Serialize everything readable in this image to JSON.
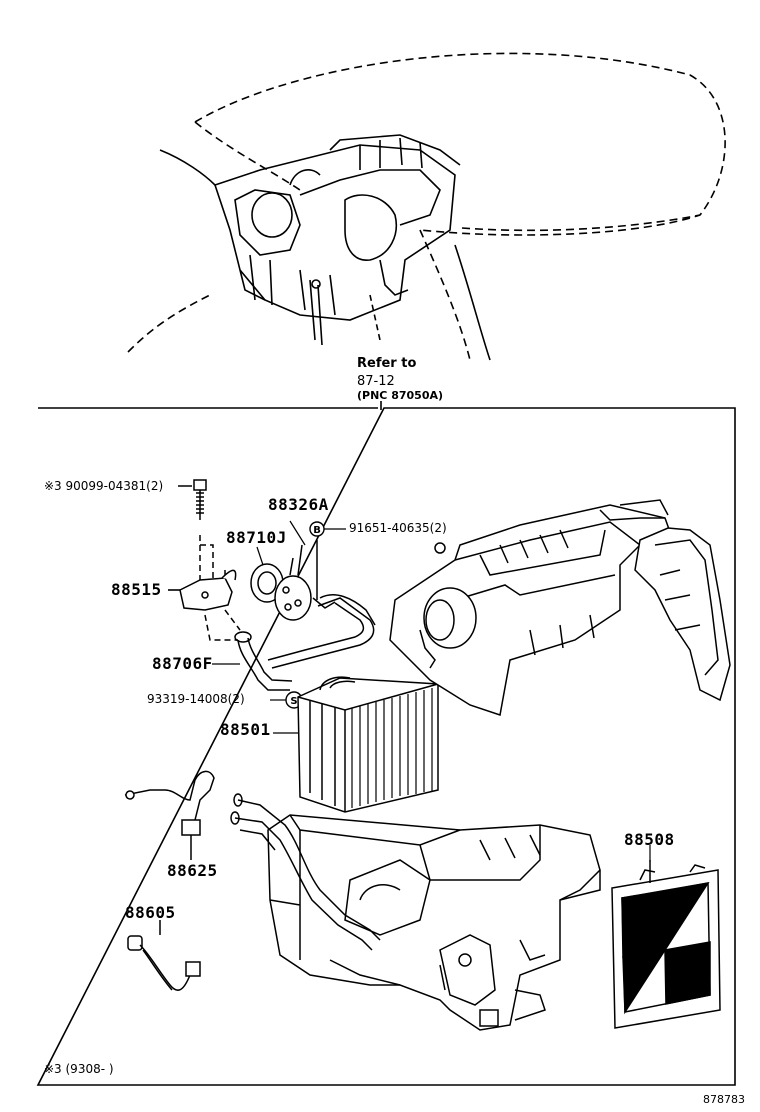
{
  "reference": {
    "line1": "Refer to",
    "line2": "87-12",
    "line3": "(PNC 87050A)"
  },
  "parts": {
    "bolt": "※3 90099-04381(2)",
    "p88326a": "88326A",
    "p88710j": "88710J",
    "p91651": "91651-40635(2)",
    "p88515": "88515",
    "p88706f": "88706F",
    "p93319": "93319-14008(2)",
    "p88501": "88501",
    "p88625": "88625",
    "p88605": "88605",
    "p88508": "88508"
  },
  "markers": {
    "b": "B",
    "s": "S"
  },
  "footnote": "※3 (9308-    )",
  "diagram_id": "878783"
}
